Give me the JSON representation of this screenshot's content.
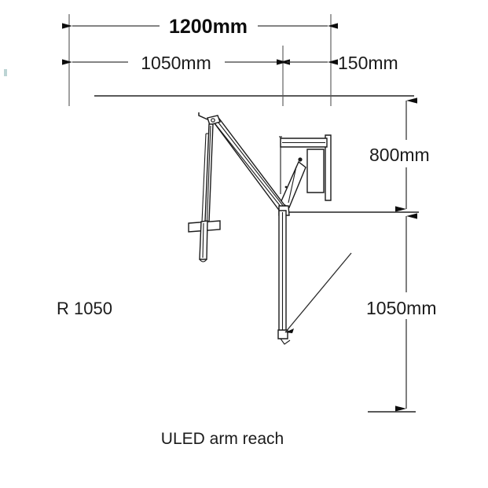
{
  "drawing": {
    "caption": "ULED  arm reach",
    "radius_note": "R 1050",
    "dimensions": {
      "overall_width": "1200mm",
      "arm_reach": "1050mm",
      "offset": "150mm",
      "height_upper": "800mm",
      "height_lower": "1050mm"
    },
    "colors": {
      "line": "#1b1b1b",
      "dimension": "#3a3a3a",
      "extension": "#6e6e6e",
      "reference": "#5a5a5a",
      "background": "#ffffff",
      "text": "#1b1b1b"
    },
    "labels": {
      "ceiling_reference": "ceiling-reference-line",
      "wall_reference": "wall-reference-line",
      "pivot": "arm-pivot-joint",
      "handle": "t-handle-grip",
      "monitor": "monitor-mount-bracket",
      "post": "vertical-support-post"
    }
  }
}
